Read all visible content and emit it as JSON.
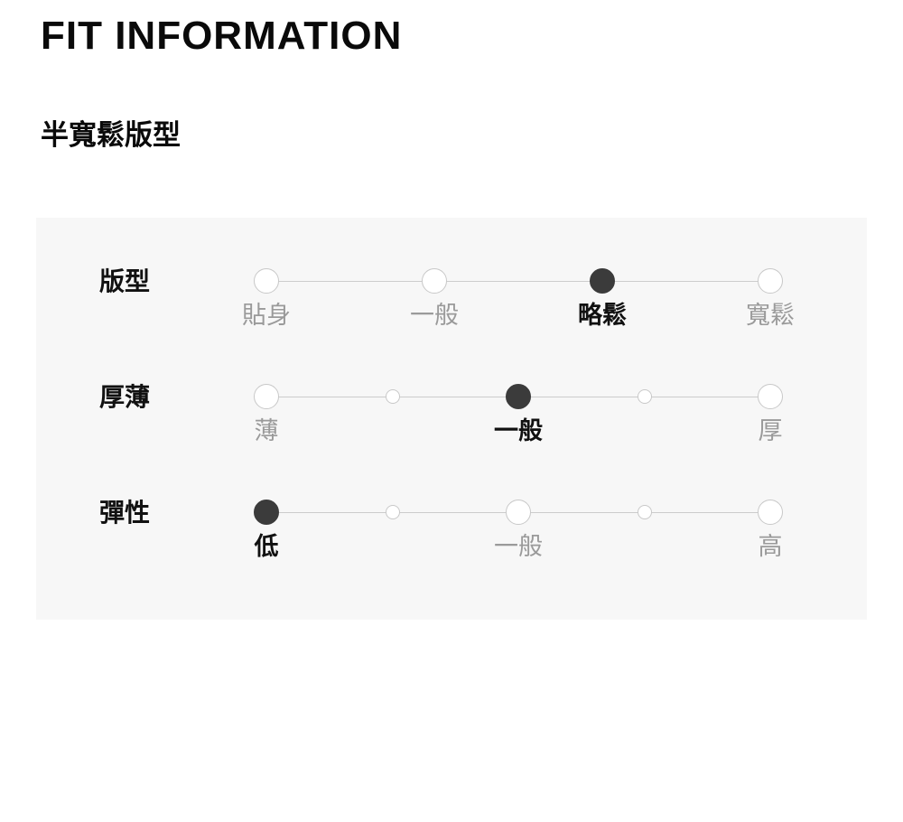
{
  "page": {
    "title": "FIT INFORMATION",
    "subtitle": "半寬鬆版型"
  },
  "colors": {
    "panel_bg": "#f7f7f7",
    "dot_selected": "#3b3b3b",
    "dot_border": "#c8c8c8",
    "track_line": "#cccccc",
    "label_gray": "#9a9a9a",
    "label_dark": "#111111"
  },
  "fit_panel": {
    "rows": [
      {
        "name": "版型",
        "selected": "略鬆",
        "points": [
          {
            "size": "large",
            "filled": false,
            "label": "貼身",
            "label_style": "gray"
          },
          {
            "size": "large",
            "filled": false,
            "label": "一般",
            "label_style": "gray"
          },
          {
            "size": "large",
            "filled": true,
            "label": "略鬆",
            "label_style": "dark"
          },
          {
            "size": "large",
            "filled": false,
            "label": "寬鬆",
            "label_style": "gray"
          }
        ]
      },
      {
        "name": "厚薄",
        "selected": "一般",
        "points": [
          {
            "size": "large",
            "filled": false,
            "label": "薄",
            "label_style": "gray"
          },
          {
            "size": "small",
            "filled": false
          },
          {
            "size": "large",
            "filled": true,
            "label": "一般",
            "label_style": "dark"
          },
          {
            "size": "small",
            "filled": false
          },
          {
            "size": "large",
            "filled": false,
            "label": "厚",
            "label_style": "gray"
          }
        ]
      },
      {
        "name": "彈性",
        "selected": "低",
        "points": [
          {
            "size": "large",
            "filled": true,
            "label": "低",
            "label_style": "dark"
          },
          {
            "size": "small",
            "filled": false
          },
          {
            "size": "large",
            "filled": false,
            "label": "一般",
            "label_style": "gray"
          },
          {
            "size": "small",
            "filled": false
          },
          {
            "size": "large",
            "filled": false,
            "label": "高",
            "label_style": "gray"
          }
        ]
      }
    ]
  }
}
